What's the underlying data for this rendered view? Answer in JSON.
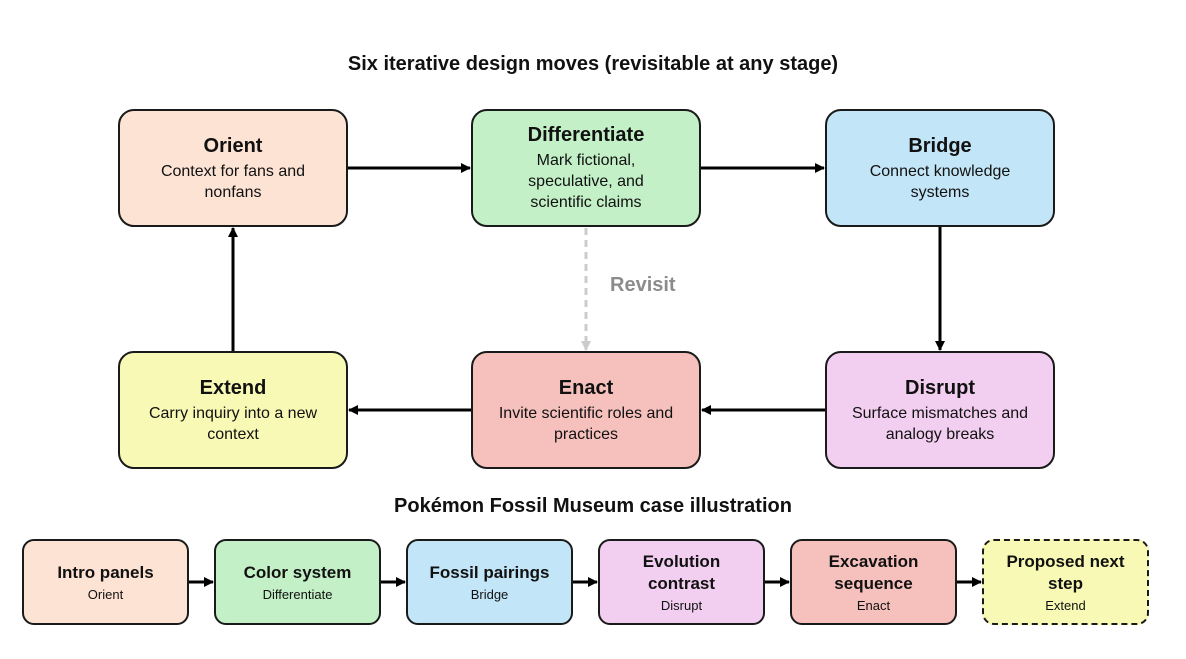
{
  "titles": {
    "top": "Six iterative design moves (revisitable at any stage)",
    "bottom": "Pokémon Fossil Museum case illustration"
  },
  "moves": {
    "orient": {
      "name": "Orient",
      "desc": "Context for fans and nonfans"
    },
    "differentiate": {
      "name": "Differentiate",
      "desc": "Mark fictional, speculative, and scientific claims"
    },
    "bridge": {
      "name": "Bridge",
      "desc": "Connect knowledge systems"
    },
    "disrupt": {
      "name": "Disrupt",
      "desc": "Surface mismatches and analogy breaks"
    },
    "enact": {
      "name": "Enact",
      "desc": "Invite scientific roles and practices"
    },
    "extend": {
      "name": "Extend",
      "desc": "Carry inquiry into a new context"
    }
  },
  "revisit_label": "Revisit",
  "case_steps": [
    {
      "name": "Intro panels",
      "move": "Orient"
    },
    {
      "name": "Color system",
      "move": "Differentiate"
    },
    {
      "name": "Fossil pairings",
      "move": "Bridge"
    },
    {
      "name": "Evolution contrast",
      "move": "Disrupt"
    },
    {
      "name": "Excavation sequence",
      "move": "Enact"
    },
    {
      "name": "Proposed next step",
      "move": "Extend"
    }
  ],
  "colors": {
    "orient": "#fde3d4",
    "differentiate": "#c3f0c6",
    "bridge": "#c2e5f7",
    "disrupt": "#f2cff0",
    "enact": "#f6c1bd",
    "extend": "#f7f9b5",
    "revisit": "#8c8c8c"
  }
}
